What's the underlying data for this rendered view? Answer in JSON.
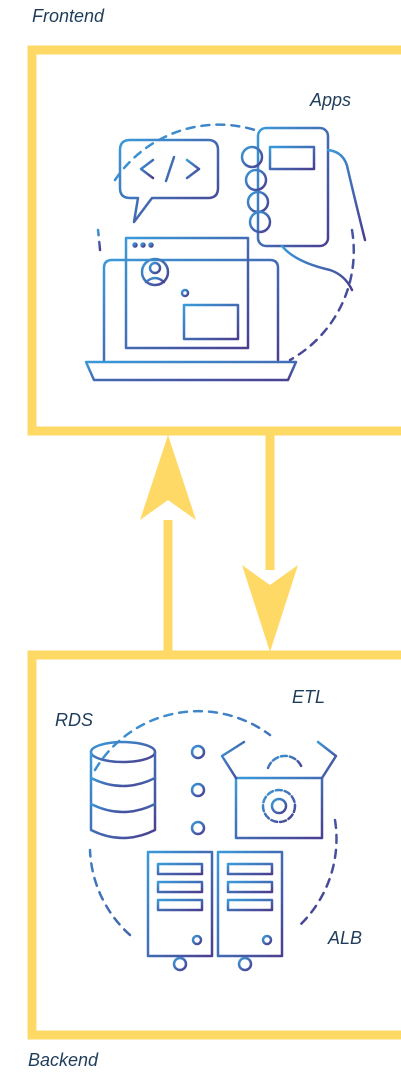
{
  "labels": {
    "frontend": "Frontend",
    "apps": "Apps",
    "backend": "Backend",
    "rds": "RDS",
    "etl": "ETL",
    "alb": "ALB"
  },
  "colors": {
    "frame": "#FFD966",
    "gradient_start": "#3A9AD9",
    "gradient_end": "#4A3E8F"
  },
  "icons": [
    "code-icon",
    "smartphone-icon",
    "hand-icon",
    "laptop-icon",
    "profile-icon",
    "database-icon",
    "etl-box-icon",
    "gear-icon",
    "server-icon"
  ]
}
